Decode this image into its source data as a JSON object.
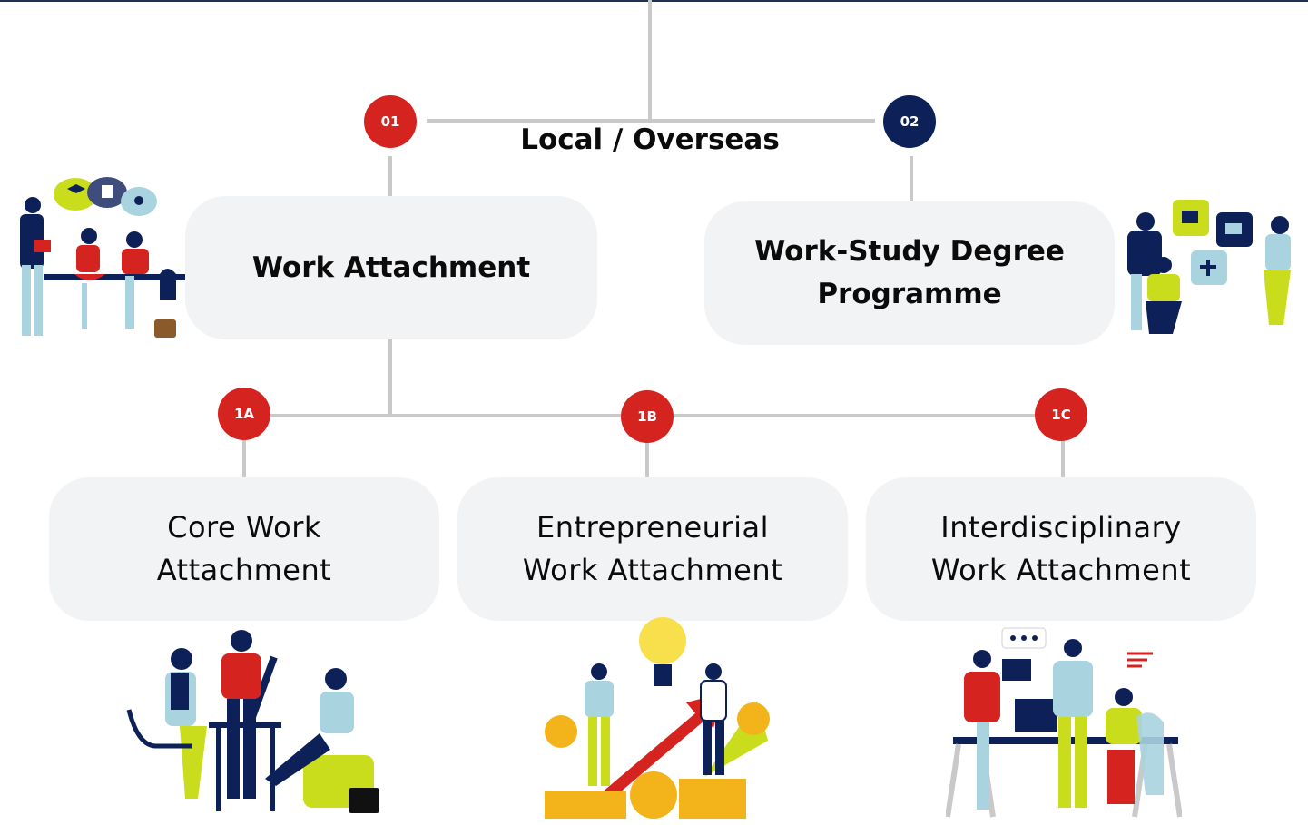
{
  "root": {
    "label": "Local / Overseas"
  },
  "branches": [
    {
      "badge": "01",
      "title": "Work Attachment",
      "badge_color": "#d52320"
    },
    {
      "badge": "02",
      "title": "Work-Study Degree Programme",
      "badge_color": "#0d2158"
    }
  ],
  "sub_branches": [
    {
      "badge": "1A",
      "title": "Core Work Attachment"
    },
    {
      "badge": "1B",
      "title": "Entrepreneurial Work Attachment"
    },
    {
      "badge": "1C",
      "title": "Interdisciplinary Work Attachment"
    }
  ],
  "colors": {
    "red": "#d52320",
    "navy": "#0d2158",
    "connector": "#c9c9c9",
    "card": "#f2f3f5"
  },
  "icons": [
    "team-discussion-illustration",
    "puzzle-collaboration-illustration",
    "office-teamwork-illustration",
    "growth-money-illustration",
    "team-meeting-illustration"
  ]
}
